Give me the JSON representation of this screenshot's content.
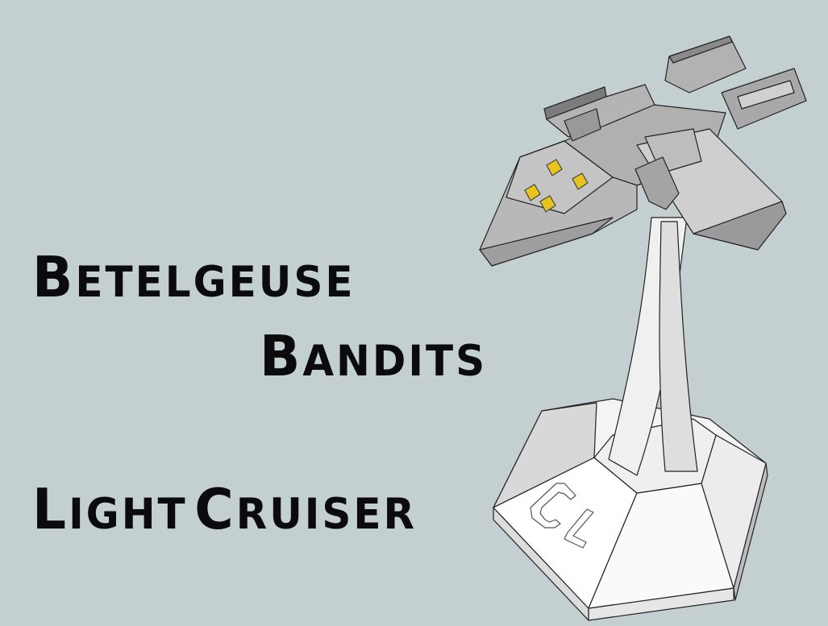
{
  "title": {
    "line1": {
      "first": "B",
      "rest": "etelgeuse"
    },
    "line2": {
      "first": "B",
      "rest": "andits"
    },
    "line3": {
      "word1_first": "L",
      "word1_rest": "ight",
      "word2_first": "C",
      "word2_rest": "ruiser"
    }
  },
  "model": {
    "subject": "spaceship miniature on hex stand",
    "base_engraving": "CL",
    "colors": {
      "background": "#c4cfd1",
      "hull_light": "#c9c9c9",
      "hull_mid": "#a9a9a9",
      "hull_dark": "#8a8a8a",
      "stand": "#f2f2f2",
      "window": "#e8c21e",
      "outline": "#222222"
    }
  }
}
